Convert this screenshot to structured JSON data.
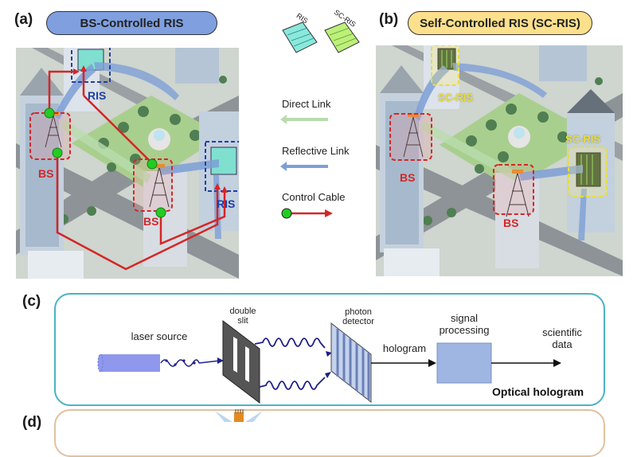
{
  "panel_a": {
    "label": "(a)",
    "title": "BS-Controlled RIS",
    "title_color": "#7f9fdf",
    "tags": {
      "bs_1": "BS",
      "bs_2": "BS",
      "ris_1": "RIS",
      "ris_2": "RIS"
    }
  },
  "panel_b": {
    "label": "(b)",
    "title": "Self-Controlled RIS (SC-RIS)",
    "title_color": "#fde08c",
    "tags": {
      "bs_1": "BS",
      "bs_2": "BS",
      "scris_1": "SC-RIS",
      "scris_2": "SC-RIS"
    }
  },
  "legend": {
    "ris_icon_label": "RIS",
    "scris_icon_label": "SC-RIS",
    "direct_link": "Direct Link",
    "reflective_link": "Reflective Link",
    "control_cable": "Control Cable",
    "colors": {
      "direct": "#b9dcae",
      "reflective": "#7d9fd6",
      "cable": "#d42626",
      "node": "#22cc22"
    }
  },
  "panel_c": {
    "label": "(c)",
    "laser_source": "laser source",
    "double_slit": "double slit",
    "photon_detector": "photon detector",
    "hologram": "hologram",
    "signal_processing": "signal processing",
    "scientific_data": "scientific data",
    "caption": "Optical hologram",
    "border_color": "#4bb3c6"
  },
  "panel_d": {
    "label": "(d)",
    "border_color": "#e0c2a0"
  }
}
